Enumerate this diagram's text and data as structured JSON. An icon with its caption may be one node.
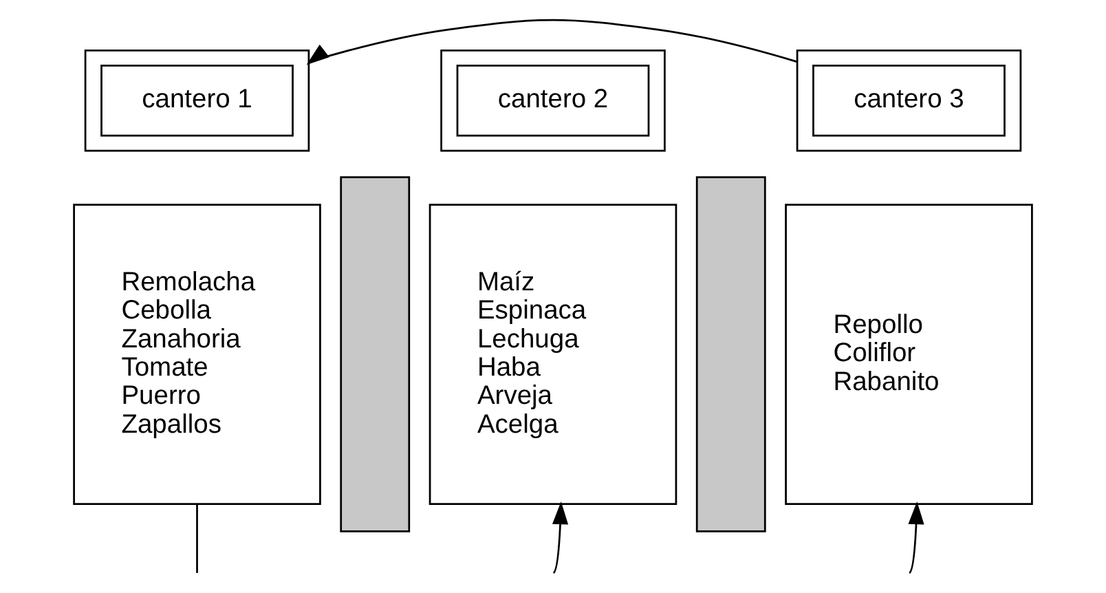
{
  "diagram": {
    "nodes": [
      {
        "text": [],
        "shape": "box"
      },
      {
        "text": [
          "cantero 1"
        ],
        "in": 0
      },
      {
        "text": [
          "Remolacha Cebolla Zanahoria Tomate Puerro Zapallos"
        ]
      },
      {
        "text": [],
        "shape": "bar"
      },
      {
        "text": [],
        "shape": "box"
      },
      {
        "text": [
          "cantero 2"
        ],
        "in": 4
      },
      {
        "text": [
          "Maíz Espinaca Lechuga Haba Arveja Acelga"
        ]
      },
      {
        "text": [],
        "shape": "bar"
      },
      {
        "text": [],
        "shape": "box"
      },
      {
        "text": [
          "cantero 3"
        ],
        "in": 8
      },
      {
        "text": [
          "Repollo Coliflor Rabanito"
        ]
      }
    ],
    "edges": [
      {
        "from": 8,
        "to": 0,
        "arrow": "to"
      },
      {
        "from": 2,
        "to": null,
        "arrow": "none"
      },
      {
        "from": null,
        "to": 6,
        "arrow": "to"
      },
      {
        "from": null,
        "to": 10,
        "arrow": "to"
      }
    ]
  }
}
